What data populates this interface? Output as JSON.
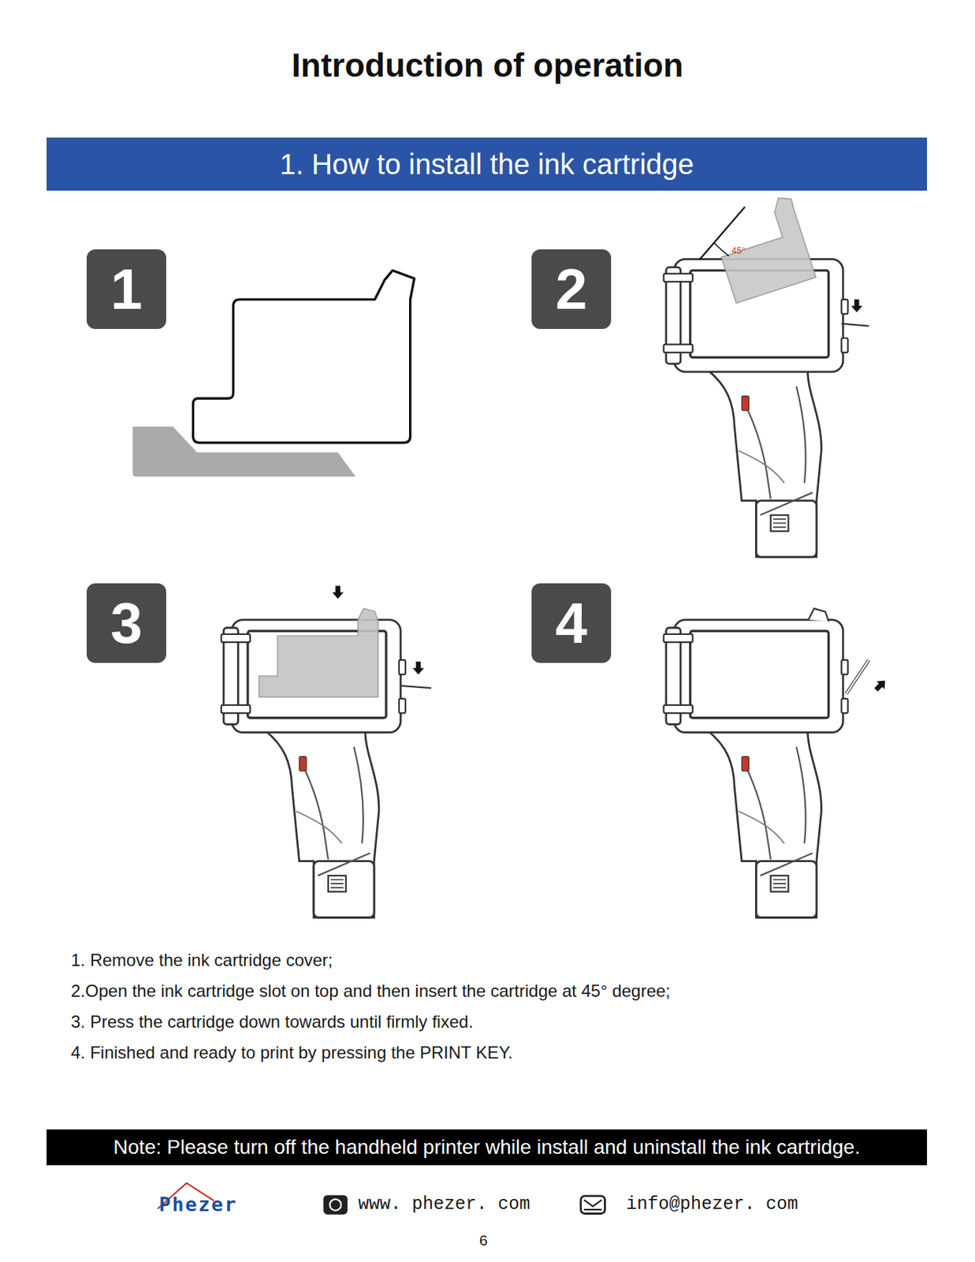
{
  "diagram": {
    "title": "Introduction of operation",
    "nodes": [
      {
        "text": [
          "1. How to install the ink cartridge"
        ]
      },
      {
        "text": [
          "1"
        ]
      },
      {
        "text": [
          "2"
        ]
      },
      {
        "text": [
          "3"
        ]
      },
      {
        "text": [
          "4"
        ]
      },
      {
        "text": [
          "Note: Please turn off the handheld printer while install and uninstall the ink cartridge."
        ]
      }
    ],
    "labels": [
      "45°",
      "1. Remove the ink cartridge cover;",
      "2.Open the ink cartridge slot on top and then insert the cartridge at 45° degree;",
      "3. Press the cartridge down towards until firmly fixed.",
      "4. Finished and ready to print by pressing the PRINT KEY.",
      "Phezer",
      "www. phezer. com",
      "info@phezer. com",
      "6"
    ]
  }
}
